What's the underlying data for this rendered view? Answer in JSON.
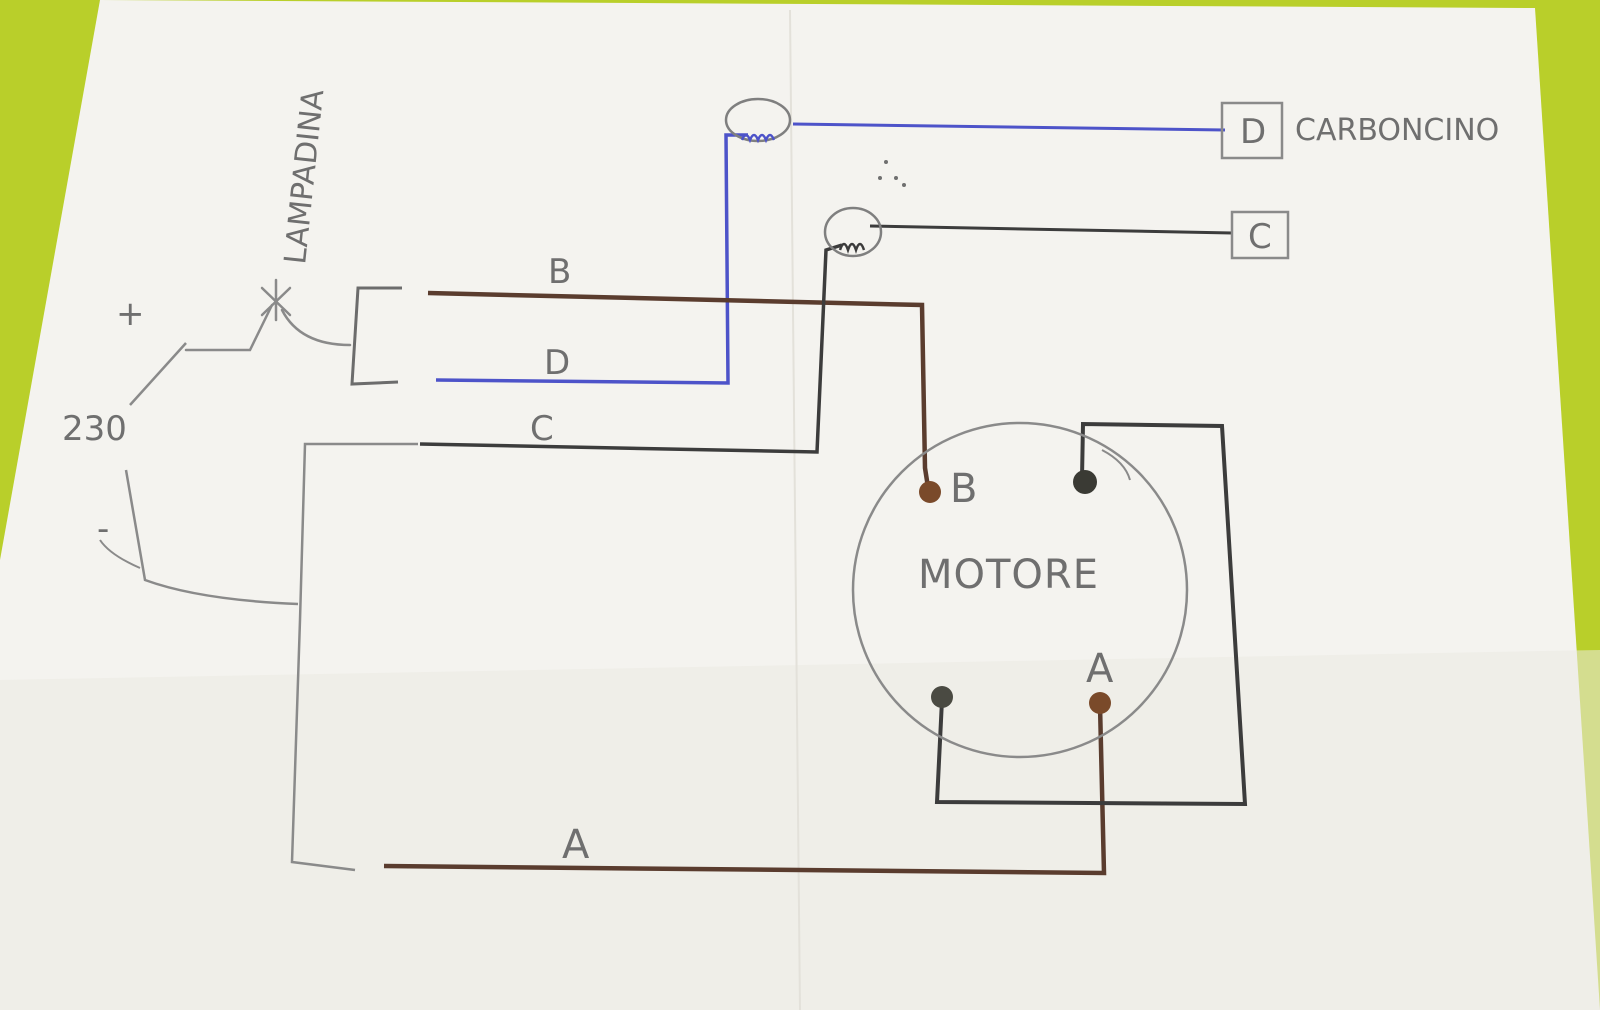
{
  "labels": {
    "lampadina": "LAMPADINA",
    "plus": "+",
    "minus": "-",
    "voltage": "230",
    "wire_b": "B",
    "wire_d": "D",
    "wire_c": "C",
    "wire_a": "A",
    "terminal_d": "D",
    "carboncino": "CARBONCINO",
    "terminal_c": "C",
    "motor": "MOTORE",
    "motor_b": "B",
    "motor_a": "A"
  },
  "colors": {
    "paper": "#f4f3ef",
    "background": "#b9cf2a",
    "wire_blue": "#4d53c9",
    "wire_brown": "#5a3c2e",
    "wire_dark": "#3c3c3c",
    "pencil": "#7f7f7f",
    "terminal_brown": "#7a4a2a",
    "terminal_dark": "#3a3a34"
  }
}
